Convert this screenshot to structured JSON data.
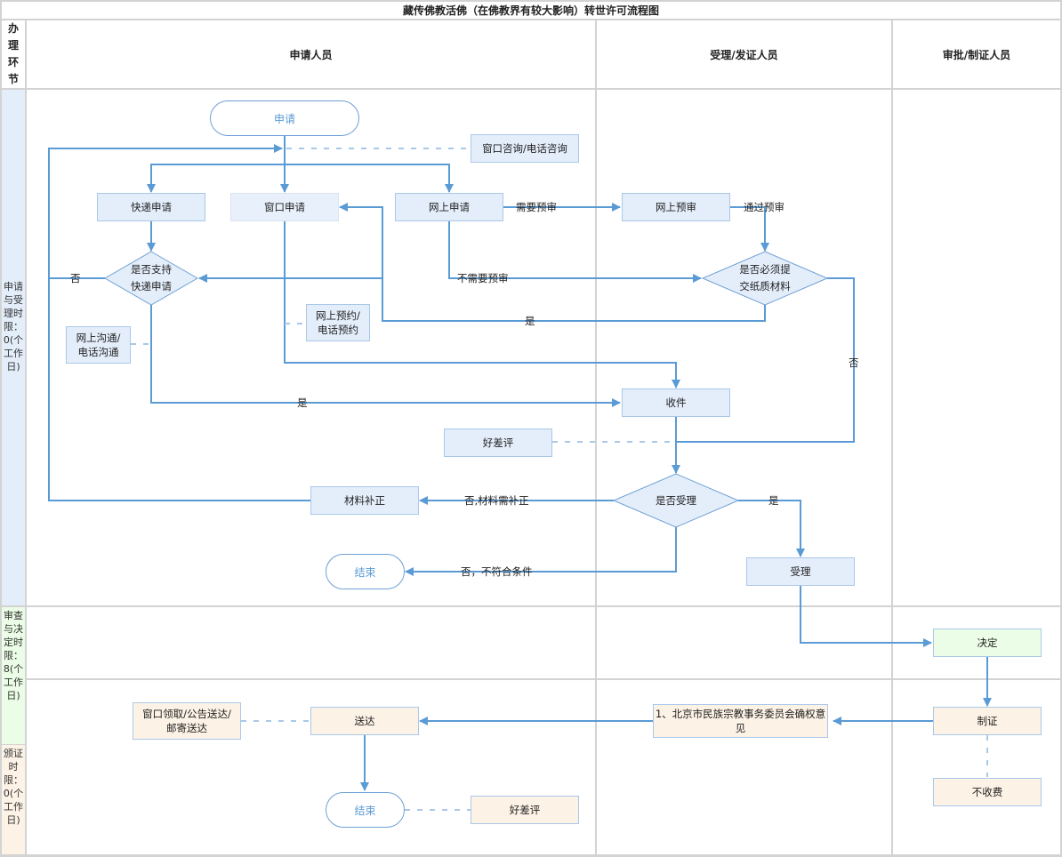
{
  "title": "藏传佛教活佛（在佛教界有较大影响）转世许可流程图",
  "stage_header": "办理环节",
  "lanes": [
    {
      "label": "申请人员"
    },
    {
      "label": "受理/发证人员"
    },
    {
      "label": "审批/制证人员"
    }
  ],
  "stages": [
    {
      "label": "申请与受理时限：0(个工作日)",
      "color": "#e4eefb"
    },
    {
      "label": "审查与决定时限：8(个工作日)",
      "color": "#ebfde6"
    },
    {
      "label": "颁证时限：0(个工作日)",
      "color": "#fdf2e6"
    }
  ],
  "nodes": {
    "start": "申请",
    "consult": "窗口咨询/电话咨询",
    "express_apply": "快递申请",
    "window_apply": "窗口申请",
    "online_apply": "网上申请",
    "online_precheck": "网上预审",
    "express_decision": "是否支持\n快递申请",
    "paper_decision": "是否必须提\n交纸质材料",
    "appointment": "网上预约/\n电话预约",
    "communicate": "网上沟通/\n电话沟通",
    "receive": "收件",
    "rating1": "好差评",
    "accept_decision": "是否受理",
    "supplement": "材料补正",
    "end1": "结束",
    "accept": "受理",
    "decide": "决定",
    "make_cert": "制证",
    "opinion": "1、北京市民族宗教事务委员会确权意见",
    "deliver": "送达",
    "delivery_methods": "窗口领取/公告送达/\n邮寄送达",
    "end2": "结束",
    "rating2": "好差评",
    "no_fee": "不收费"
  },
  "edge_labels": {
    "need_precheck": "需要预审",
    "pass_precheck": "通过预审",
    "no_precheck": "不需要预审",
    "no_express": "否",
    "yes_paper": "是",
    "no_paper": "否",
    "yes_express": "是",
    "no_supplement": "否,材料需补正",
    "no_unqualified": "否，不符合条件",
    "yes_accept": "是"
  },
  "colors": {
    "line": "#5b9bd5",
    "dashed": "#a9c8e8",
    "node_blue": "#e4eefb",
    "node_green": "#ebfde6",
    "node_orange": "#fdf2e6",
    "grid": "#d3d3d3"
  }
}
